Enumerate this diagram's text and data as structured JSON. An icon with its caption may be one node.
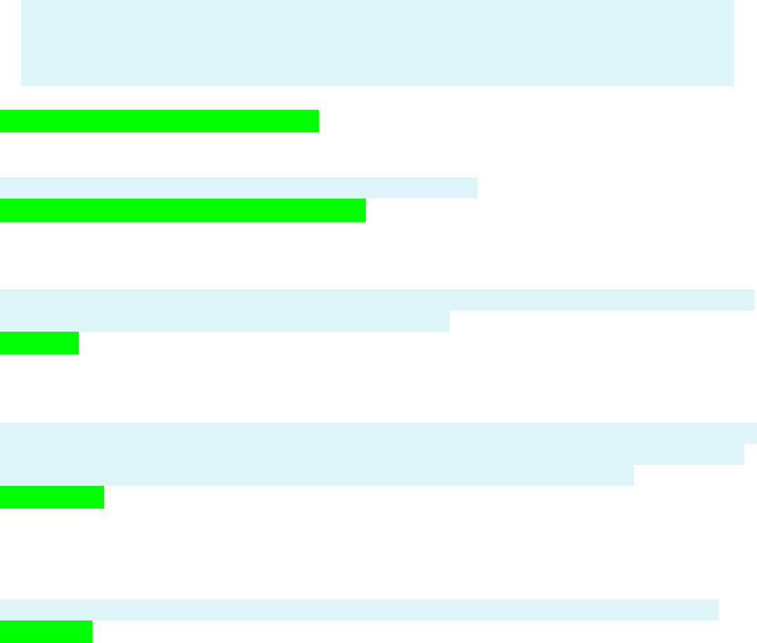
{
  "diagram": {
    "nodes": [
      {
        "text": [],
        "shape": "bar"
      },
      {
        "text": [],
        "shape": "bar"
      },
      {
        "text": [],
        "shape": "bar"
      },
      {
        "text": [],
        "shape": "bar"
      },
      {
        "text": [],
        "shape": "bar"
      },
      {
        "text": [],
        "shape": "bar"
      },
      {
        "text": [],
        "shape": "bar"
      },
      {
        "text": [],
        "shape": "bar"
      },
      {
        "text": [],
        "shape": "bar"
      },
      {
        "text": [],
        "shape": "bar"
      }
    ]
  }
}
